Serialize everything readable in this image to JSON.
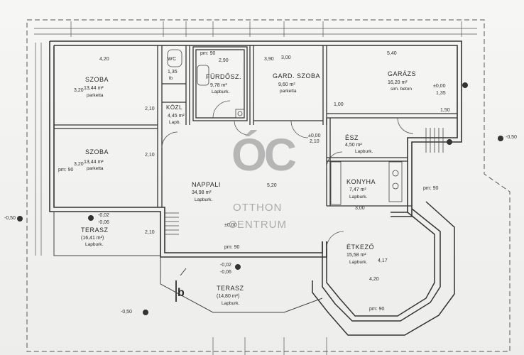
{
  "rooms": {
    "szoba1": {
      "name": "SZOBA",
      "area": "13,44 m²",
      "material": "parketta"
    },
    "szoba2": {
      "name": "SZOBA",
      "area": "13,44 m²",
      "material": "parketta"
    },
    "wc": {
      "name": "WC",
      "area": "1,35",
      "material": "lb"
    },
    "furdo": {
      "name": "FÜRDŐSZ.",
      "area": "9,78 m²",
      "material": "Lapburk."
    },
    "gard": {
      "name": "GARD. SZOBA",
      "area": "9,60 m²",
      "material": "parketta"
    },
    "garazs": {
      "name": "GARÁZS",
      "area": "16,20 m²",
      "material": "sim. beton"
    },
    "kozl": {
      "name": "KÖZL",
      "area": "4,45 m²",
      "material": "Lapb."
    },
    "nappali": {
      "name": "NAPPALI",
      "area": "34,98 m²",
      "material": "Lapburk."
    },
    "esz": {
      "name": "ÉSZ",
      "area": "4,50 m²",
      "material": "Lapburk."
    },
    "konyha": {
      "name": "KONYHA",
      "area": "7,47 m²",
      "material": "Lapburk."
    },
    "terasz1": {
      "name": "TERASZ",
      "area": "(16,41 m²)",
      "material": "Lapburk."
    },
    "etkezo": {
      "name": "ÉTKEZŐ",
      "area": "15,58 m²",
      "material": "Lapburk."
    },
    "terasz2": {
      "name": "TERASZ",
      "area": "(14,80 m²)",
      "material": "Lapburk."
    }
  },
  "dims": {
    "d420a": "4,20",
    "d540": "5,40",
    "d300": "3,00",
    "d290": "2,90",
    "d100": "1,00",
    "d320a": "3,20",
    "d320b": "3,20",
    "d520": "5,20",
    "d420b": "4,20",
    "d210a": "2,10",
    "d210b": "2,10",
    "d210c": "2,10",
    "d210d": "2,10",
    "d135": "1,35",
    "d150": "1,50",
    "d417": "4,17",
    "d300b": "3,00",
    "d390": "3,90",
    "pm90a": "pm: 90",
    "pm90b": "pm: 90",
    "pm90c": "pm: 90",
    "pm90d": "pm: 90",
    "pm90e": "pm: 90",
    "lv000a": "±0,00",
    "lv000b": "±0,00",
    "lv000c": "±0,00",
    "lv002": "-0,02",
    "lv006": "-0,06",
    "lv002b": "-0,02",
    "lv006b": "-0,06",
    "lv050a": "-0,50",
    "lv050b": "-0,50",
    "lv050c": "-0,50",
    "section": "b"
  },
  "watermark": {
    "logo": "ÓC",
    "line1": "OTTHON",
    "line2": "CENTRUM"
  }
}
